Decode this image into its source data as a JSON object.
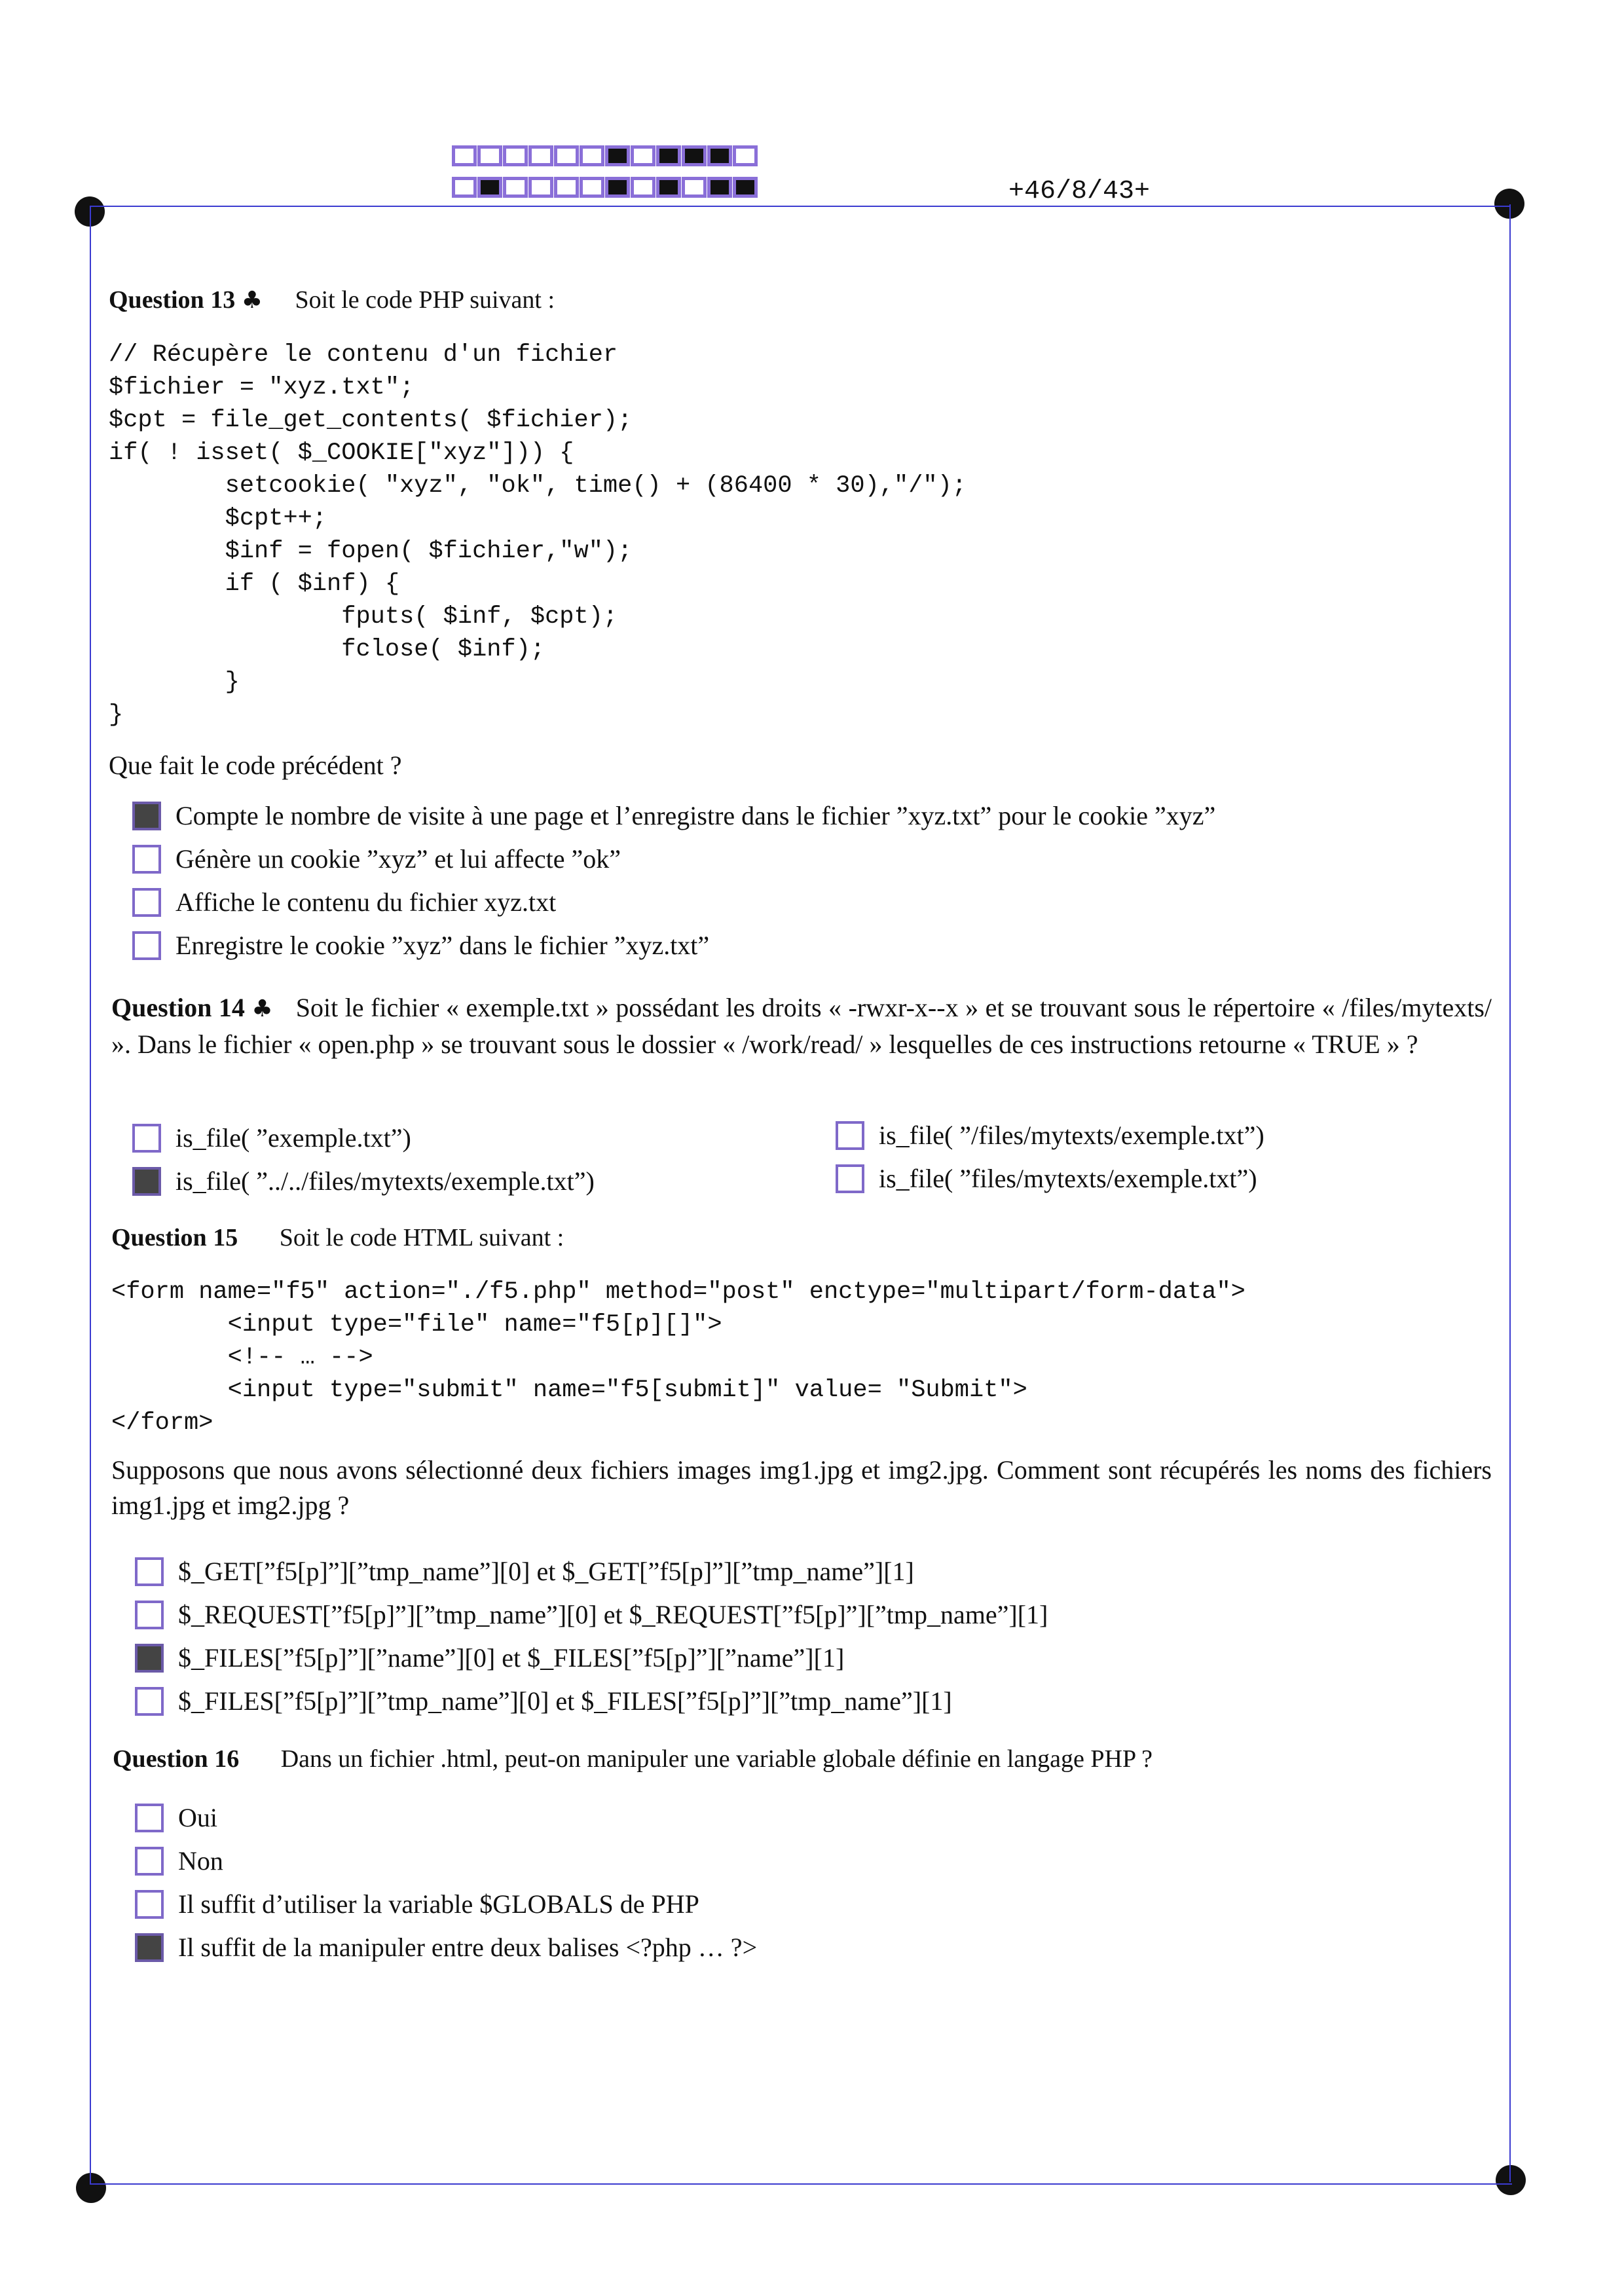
{
  "header": {
    "page_id": "+46/8/43+",
    "code_row1": [
      0,
      0,
      0,
      0,
      0,
      0,
      1,
      0,
      1,
      1,
      1,
      0
    ],
    "code_row2": [
      0,
      1,
      0,
      0,
      0,
      0,
      1,
      0,
      1,
      0,
      1,
      1
    ]
  },
  "q13": {
    "label": "Question 13",
    "club_icon": "♣",
    "prompt": "Soit le code PHP suivant :",
    "code": "// Récupère le contenu d'un fichier\n$fichier = \"xyz.txt\";\n$cpt = file_get_contents( $fichier);\nif( ! isset( $_COOKIE[\"xyz\"])) {\n        setcookie( \"xyz\", \"ok\", time() + (86400 * 30),\"/\");\n        $cpt++;\n        $inf = fopen( $fichier,\"w\");\n        if ( $inf) {\n                fputs( $inf, $cpt);\n                fclose( $inf);\n        }\n}",
    "question": "Que fait le code précédent ?",
    "answers": [
      {
        "label": "Compte le nombre de visite à une page et l’enregistre dans le fichier ”xyz.txt” pour le cookie ”xyz”",
        "checked": true
      },
      {
        "label": "Génère un cookie ”xyz” et lui affecte ”ok”",
        "checked": false
      },
      {
        "label": "Affiche le contenu du fichier xyz.txt",
        "checked": false
      },
      {
        "label": "Enregistre le cookie ”xyz” dans le fichier ”xyz.txt”",
        "checked": false
      }
    ]
  },
  "q14": {
    "label": "Question 14",
    "club_icon": "♣",
    "prompt": "Soit le fichier « exemple.txt » possédant les droits « -rwxr-x--x » et se trouvant sous le répertoire « /files/mytexts/ ». Dans le fichier « open.php » se trouvant sous le dossier « /work/read/ » lesquelles de ces instructions retourne « TRUE » ?",
    "answers": [
      {
        "label": "is_file( ”exemple.txt”)",
        "checked": false
      },
      {
        "label": "is_file( ”/files/mytexts/exemple.txt”)",
        "checked": false
      },
      {
        "label": "is_file( ”../../files/mytexts/exemple.txt”)",
        "checked": true
      },
      {
        "label": "is_file( ”files/mytexts/exemple.txt”)",
        "checked": false
      }
    ]
  },
  "q15": {
    "label": "Question 15",
    "prompt": "Soit le code HTML suivant :",
    "code": "<form name=\"f5\" action=\"./f5.php\" method=\"post\" enctype=\"multipart/form-data\">\n        <input type=\"file\" name=\"f5[p][]\">\n        <!-- … -->\n        <input type=\"submit\" name=\"f5[submit]\" value= \"Submit\">\n</form>",
    "question": "Supposons que nous avons sélectionné deux fichiers images img1.jpg et img2.jpg.  Comment sont récupérés les noms des fichiers img1.jpg et img2.jpg ?",
    "answers": [
      {
        "label": "$_GET[”f5[p]”][”tmp_name”][0] et $_GET[”f5[p]”][”tmp_name”][1]",
        "checked": false
      },
      {
        "label": "$_REQUEST[”f5[p]”][”tmp_name”][0] et $_REQUEST[”f5[p]”][”tmp_name”][1]",
        "checked": false
      },
      {
        "label": "$_FILES[”f5[p]”][”name”][0] et $_FILES[”f5[p]”][”name”][1]",
        "checked": true
      },
      {
        "label": "$_FILES[”f5[p]”][”tmp_name”][0] et $_FILES[”f5[p]”][”tmp_name”][1]",
        "checked": false
      }
    ]
  },
  "q16": {
    "label": "Question 16",
    "prompt": "Dans un fichier .html, peut-on manipuler une variable globale définie en langage PHP ?",
    "answers": [
      {
        "label": "Oui",
        "checked": false
      },
      {
        "label": "Non",
        "checked": false
      },
      {
        "label": "Il suffit d’utiliser la variable $GLOBALS de PHP",
        "checked": false
      },
      {
        "label": "Il suffit de la manipuler entre deux balises <?php … ?>",
        "checked": true
      }
    ]
  }
}
